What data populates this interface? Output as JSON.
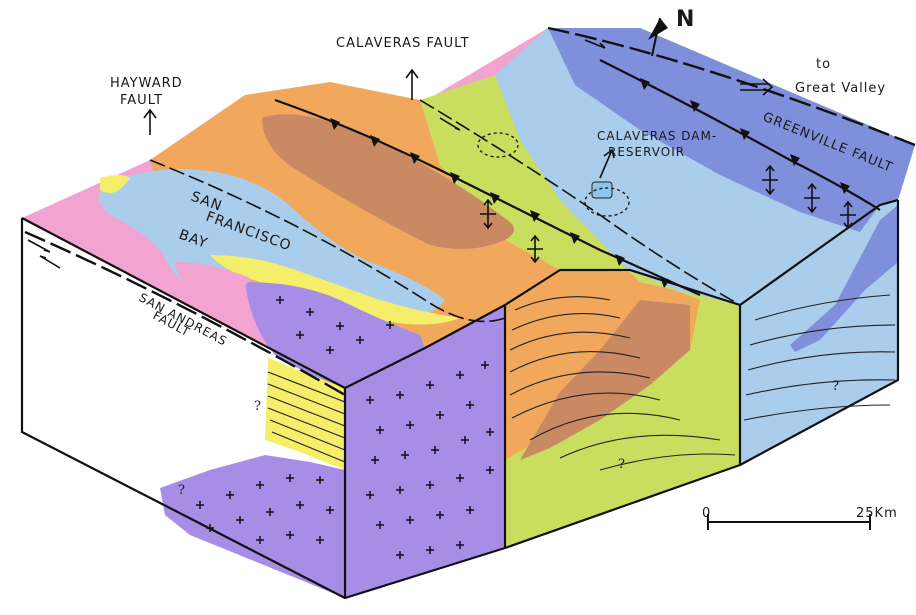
{
  "labels": {
    "hayward_line1": "HAYWARD",
    "hayward_line2": "FAULT",
    "calaveras_fault": "CALAVERAS FAULT",
    "north": "N",
    "to_great_valley_line1": "to",
    "to_great_valley_line2": "Great Valley",
    "calaveras_dam_line1": "CALAVERAS DAM-",
    "calaveras_dam_line2": "RESERVOIR",
    "greenville_fault": "GREENVILLE FAULT",
    "sf_bay_line1": "SAN",
    "sf_bay_line2": "FRANCISCO",
    "sf_bay_line3": "BAY",
    "san_andreas_line1": "SAN ANDREAS",
    "san_andreas_line2": "FAULT",
    "question_mark": "?",
    "scale_zero": "0",
    "scale_end": "25Km"
  },
  "colors": {
    "outline": "#111111",
    "orange_unit": "#f2a85c",
    "brown_unit": "#c98a63",
    "yellow_green_unit": "#c9de5e",
    "yellow_unit": "#f4ee6a",
    "light_blue_unit": "#a9cdea",
    "dark_blue_unit": "#7f8fdc",
    "pink_unit": "#f2a3cf",
    "purple_granite": "#a78de6",
    "reservoir": "#8ec5ef"
  }
}
